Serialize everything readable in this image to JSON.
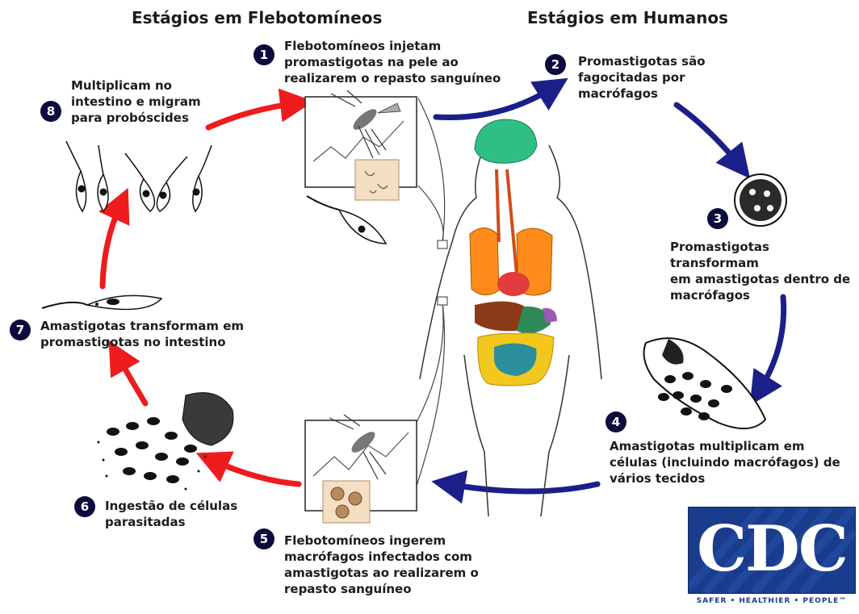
{
  "headings": {
    "sandfly": "Estágios em Flebotomíneos",
    "human": "Estágios em Humanos"
  },
  "steps": [
    {
      "num": "1",
      "text": "Flebotomíneos injetam\npromastigotas na pele ao\nrealizarem o repasto sanguíneo"
    },
    {
      "num": "2",
      "text": "Promastigotas são\nfagocitadas por\nmacrófagos"
    },
    {
      "num": "3",
      "text": "Promastigotas transformam\nem amastigotas dentro de\nmacrófagos"
    },
    {
      "num": "4",
      "text": "Amastigotas multiplicam em\ncélulas (incluindo macrófagos) de\nvários tecidos"
    },
    {
      "num": "5",
      "text": "Flebotomíneos ingerem\nmacrófagos infectados com\namastigotas ao realizarem o\nrepasto sanguíneo"
    },
    {
      "num": "6",
      "text": "Ingestão de células\nparasitadas"
    },
    {
      "num": "7",
      "text": "Amastigotas transformam em\npromastigotas no intestino"
    },
    {
      "num": "8",
      "text": "Multiplicam no\nintestino e migram\npara probóscides"
    }
  ],
  "logo": {
    "letters": "CDC",
    "tagline": "SAFER • HEALTHIER • PEOPLE™"
  },
  "colors": {
    "human_arrows": "#1b1f8a",
    "sandfly_arrows": "#ee1c1c",
    "step_badge": "#0b0b3d",
    "logo_blue": "#1a3c8c"
  }
}
